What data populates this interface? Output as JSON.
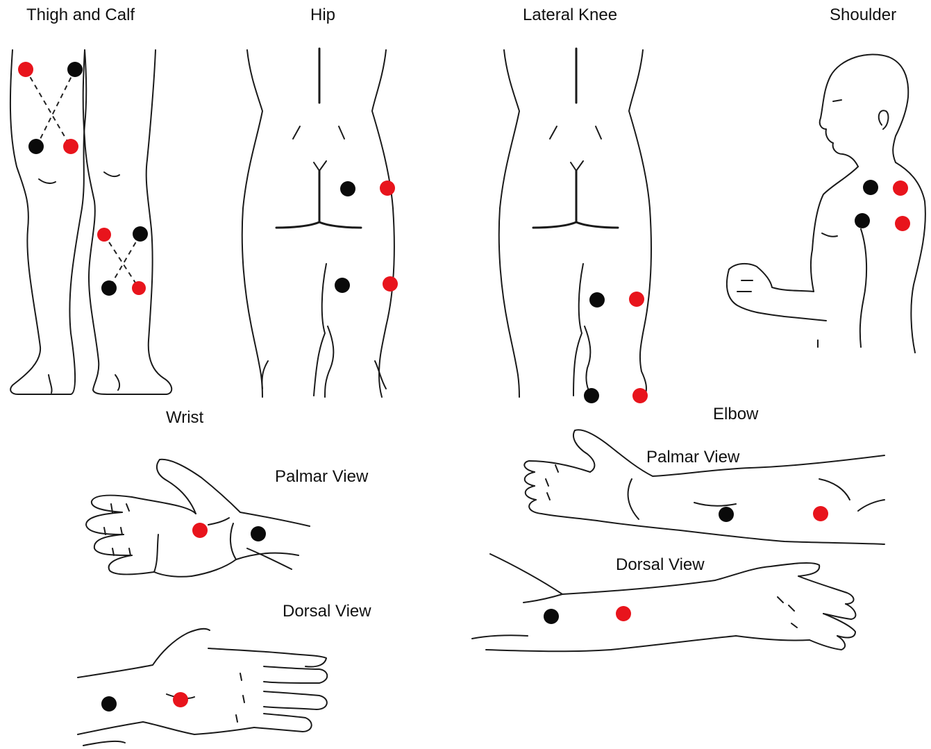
{
  "colors": {
    "active": "#e8141c",
    "reference": "#0a0a0a",
    "line": "#1a1a1a"
  },
  "labels": {
    "thigh_calf": "Thigh and Calf",
    "hip": "Hip",
    "lateral_knee": "Lateral Knee",
    "shoulder": "Shoulder",
    "wrist": "Wrist",
    "wrist_palmar": "Palmar View",
    "wrist_dorsal": "Dorsal View",
    "elbow": "Elbow",
    "elbow_palmar": "Palmar View",
    "elbow_dorsal": "Dorsal View"
  },
  "electrode_colors": [
    "red",
    "black"
  ]
}
